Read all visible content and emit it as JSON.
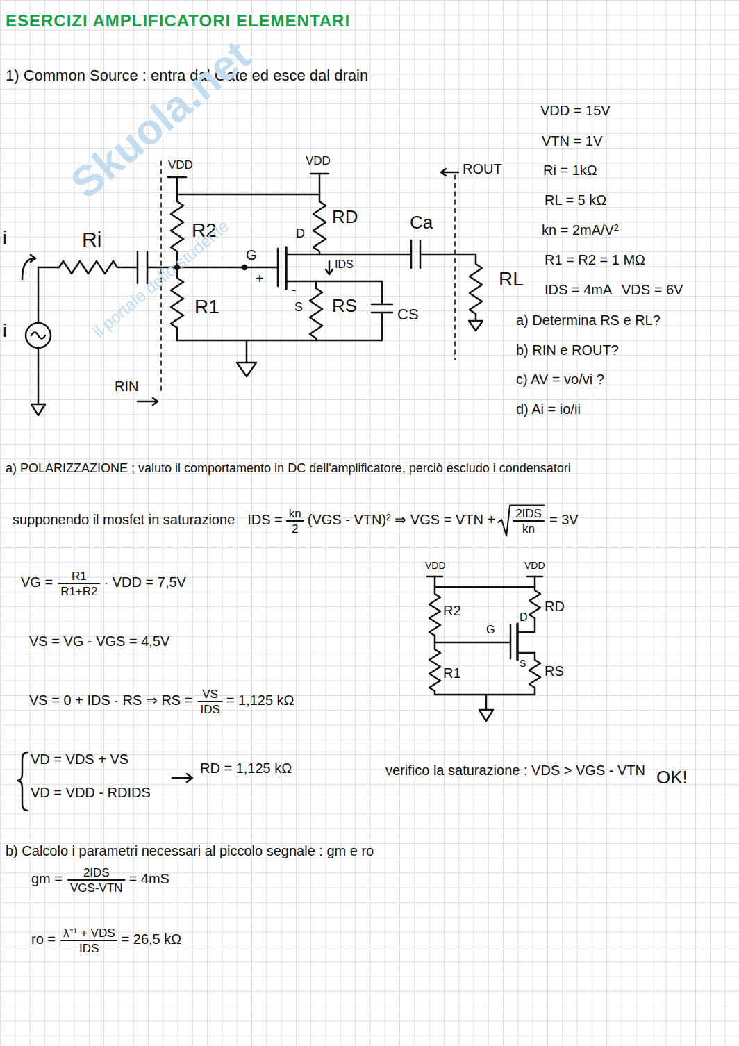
{
  "diagram": {
    "title": "ESERCIZI AMPLIFICATORI ELEMENTARI",
    "labels": [
      "1) Common Source : entra dal Gate ed esce dal drain",
      "VDD",
      "VDD",
      "Ri",
      "R2",
      "RD",
      "Ca",
      "ROUT",
      "D",
      "G",
      "+",
      "IDS",
      "-",
      "S",
      "RS",
      "R1",
      "CS",
      "RL",
      "RIN",
      "i",
      "i",
      "VDD = 15V",
      "VTN = 1V",
      "Ri = 1kΩ",
      "RL = 5 kΩ",
      "kn = 2mA/V²",
      "R1 = R2 = 1 MΩ",
      "IDS = 4mA",
      "VDS = 6V",
      "a) Determina RS e RL?",
      "b) RIN e ROUT?",
      "c) AV = vo/vi ?",
      "d) Ai = io/ii",
      "a) POLARIZZAZIONE ; valuto il comportamento in DC dell'amplificatore, perciò escludo i condensatori",
      "supponendo il mosfet in saturazione",
      "IDS =",
      "kn",
      "2",
      "(VGS - VTN)² ⇒ VGS = VTN +",
      "2IDS",
      "kn",
      "= 3V",
      "VG =",
      "R1",
      "R1+R2",
      "· VDD = 7,5V",
      "VS = VG - VGS = 4,5V",
      "VS = 0 + IDS · RS ⇒ RS =",
      "VS",
      "IDS",
      "= 1,125 kΩ",
      "VD = VDS + VS",
      "VD = VDD - RDIDS",
      "RD = 1,125 kΩ",
      "verifico la saturazione : VDS > VGS - VTN",
      "OK!",
      "b) Calcolo i parametri necessari al piccolo segnale : gm e ro",
      "gm =",
      "2IDS",
      "VGS-VTN",
      "= 4mS",
      "ro =",
      "λ⁻¹ + VDS",
      "IDS",
      "= 26,5 kΩ",
      "VDD",
      "VDD",
      "R2",
      "RD",
      "G",
      "D",
      "S",
      "R1",
      "RS",
      "Skuola.net",
      "il portale dello studente"
    ]
  }
}
